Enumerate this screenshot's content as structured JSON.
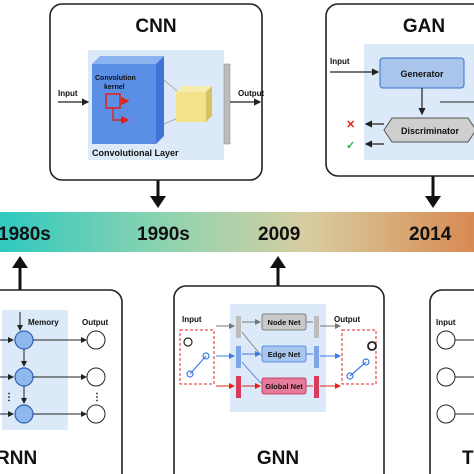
{
  "timeline": {
    "labels": [
      "1980s",
      "1990s",
      "2009",
      "2014"
    ],
    "gradient": [
      "#2fc9c0",
      "#8ccfa6",
      "#d9c29a",
      "#d88a52"
    ]
  },
  "cnn": {
    "title": "CNN",
    "input": "Input",
    "output": "Output",
    "kernel_line1": "Convolution",
    "kernel_line2": "kernel",
    "layer": "Convolutional Layer"
  },
  "gan": {
    "title": "GAN",
    "input": "Input",
    "generator": "Generator",
    "discriminator": "Discriminator",
    "reject_mark": "✕",
    "accept_mark": "✓"
  },
  "rnn": {
    "title": "RNN",
    "memory": "Memory",
    "output": "Output",
    "ellipsis": "⋮"
  },
  "gnn": {
    "title": "GNN",
    "input": "Input",
    "output": "Output",
    "node_net": "Node Net",
    "edge_net": "Edge Net",
    "global_net": "Global Net"
  },
  "fifth": {
    "title": "T",
    "input": "Input"
  },
  "colors": {
    "box_border": "#222222",
    "blue_block": "#5b8fe6",
    "yellow_block": "#f3e28a",
    "light_panel": "#dbe9f8",
    "node_net": "#c9c9c9",
    "edge_net": "#a9c7ee",
    "global_net": "#e67c9a",
    "red": "#e0241b",
    "green": "#2fa84f",
    "generator_fill": "#a9c5ec",
    "discriminator_fill": "#cfcfcf",
    "rnn_node": "#8fb8ee"
  }
}
